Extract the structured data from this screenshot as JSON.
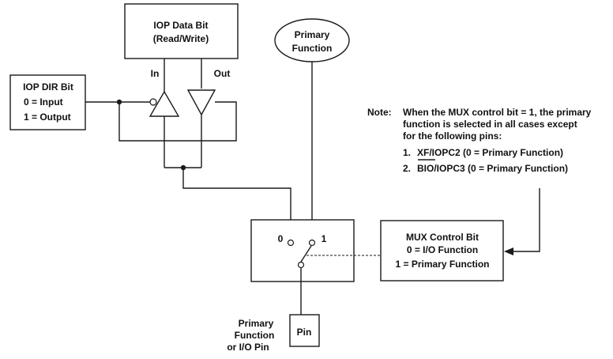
{
  "iop_data_bit": {
    "line1": "IOP Data Bit",
    "line2": "(Read/Write)",
    "in_label": "In",
    "out_label": "Out"
  },
  "iop_dir_bit": {
    "title": "IOP DIR Bit",
    "opt0": "0 = Input",
    "opt1": "1 = Output"
  },
  "primary_function": {
    "line1": "Primary",
    "line2": "Function"
  },
  "note": {
    "label": "Note:",
    "line1": "When the MUX control bit = 1, the primary",
    "line2": "function is selected in all cases except",
    "line3": "for the following pins:",
    "item1_num": "1.",
    "item1_text": "XF/IOPC2 (0 = Primary Function)",
    "item2_num": "2.",
    "item2_text": "BIO/IOPC3 (0 = Primary Function)"
  },
  "mux": {
    "label0": "0",
    "label1": "1"
  },
  "mux_control_bit": {
    "title": "MUX Control Bit",
    "opt0": "0 = I/O Function",
    "opt1": "1 = Primary Function"
  },
  "pin_label": {
    "line1": "Primary",
    "line2": "Function",
    "line3": "or I/O Pin"
  },
  "pin_box": {
    "label": "Pin"
  }
}
